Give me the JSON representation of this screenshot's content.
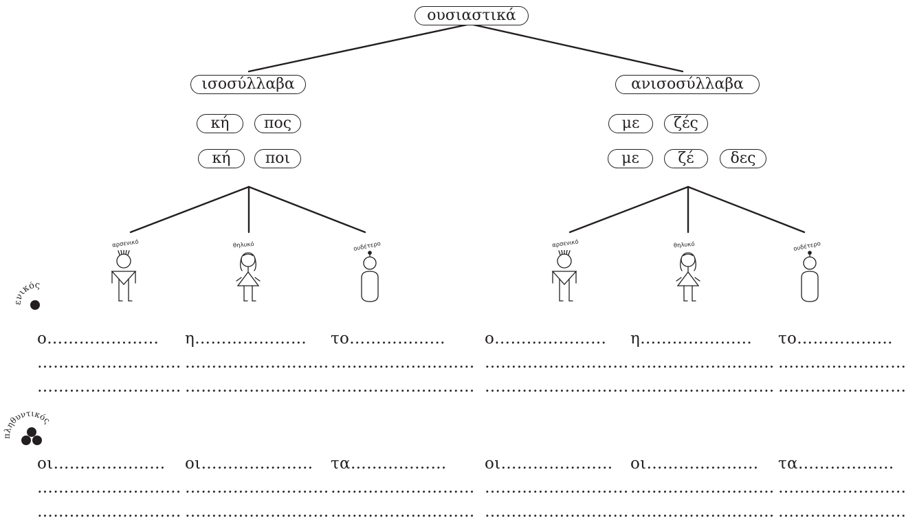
{
  "title": "ουσιαστικά",
  "groups": {
    "left": {
      "label": "ισοσύλλαβα",
      "word1": [
        "κή",
        "πος"
      ],
      "word2": [
        "κή",
        "ποι"
      ]
    },
    "right": {
      "label": "ανισοσύλλαβα",
      "word1": [
        "με",
        "ζές"
      ],
      "word2": [
        "με",
        "ζέ",
        "δες"
      ]
    }
  },
  "genders": {
    "masculine": "αρσενικό",
    "feminine": "θηλυκό",
    "neuter": "ουδέτερο"
  },
  "singular_label": "ενικός",
  "plural_label": "πληθυντικός",
  "singular_rows": {
    "row1": [
      "ο…………………",
      "η…………………",
      "το………………",
      "ο…………………",
      "η…………………",
      "το………………"
    ],
    "row2": [
      "………………………",
      "………………………",
      "………………………",
      "………………………",
      "………………………",
      "………………………"
    ],
    "row3": [
      "………………………",
      "………………………",
      "………………………",
      "………………………",
      "………………………",
      "………………………"
    ]
  },
  "plural_rows": {
    "row1": [
      "οι…………………",
      "οι…………………",
      "τα………………",
      "οι…………………",
      "οι…………………",
      "τα………………"
    ],
    "row2": [
      "………………………",
      "………………………",
      "………………………",
      "………………………",
      "………………………",
      "………………………"
    ],
    "row3": [
      "………………………",
      "………………………",
      "………………………",
      "………………………",
      "………………………",
      "………………………"
    ]
  }
}
